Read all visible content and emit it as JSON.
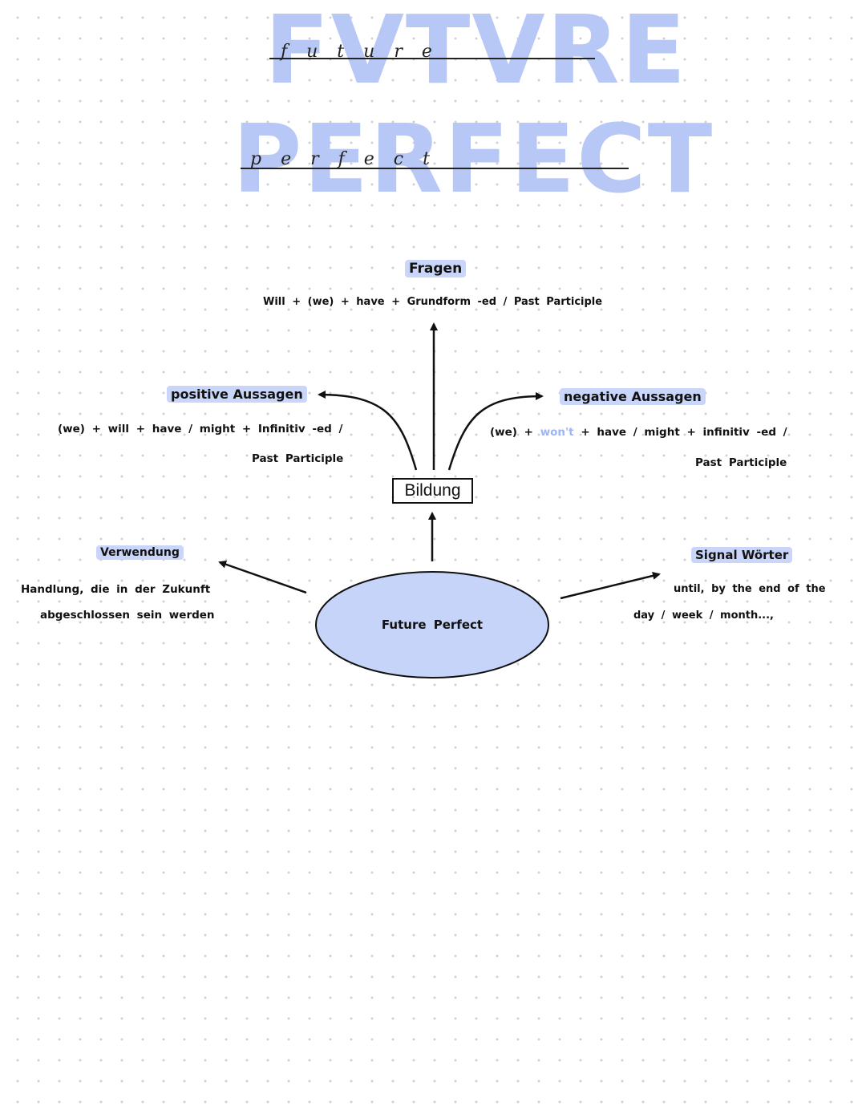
{
  "title": {
    "line1": "FVTVRE",
    "line2": "PERFECT",
    "script1": "future",
    "script2": "perfect"
  },
  "center": {
    "label": "Future Perfect"
  },
  "bildung": {
    "label": "Bildung"
  },
  "fragen": {
    "heading": "Fragen",
    "text": "Will + (we) + have + Grundform -ed / Past Participle"
  },
  "positive": {
    "heading": "positive Aussagen",
    "line1": "(we) + will + have / might + Infinitiv -ed /",
    "line2": "Past Participle"
  },
  "negative": {
    "heading": "negative Aussagen",
    "line1_start": "(we) + ",
    "line1_accent": "won't",
    "line1_end": " + have / might + infinitiv -ed /",
    "line2": "Past Participle"
  },
  "verwendung": {
    "heading": "Verwendung",
    "line1": "Handlung, die in der Zukunft",
    "line2": "abgeschlossen sein werden"
  },
  "signal": {
    "heading": "Signal Wörter",
    "line1": "until, by the end of the",
    "line2": "day / week / month...,"
  },
  "colors": {
    "title_fill": "#b7c8f7",
    "highlight": "#c9d6fa",
    "ellipse_fill": "#c6d4f9",
    "accent": "#9db5f5",
    "ink": "#111111"
  }
}
